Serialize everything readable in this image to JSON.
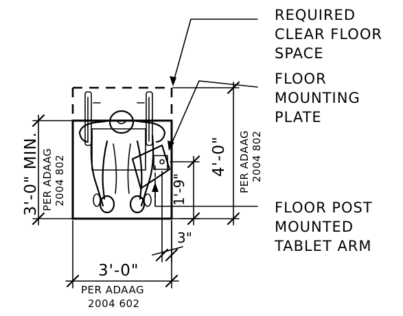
{
  "callouts": {
    "clear_floor_space": [
      "REQUIRED",
      "CLEAR FLOOR",
      "SPACE"
    ],
    "floor_mounting_plate": [
      "FLOOR",
      "MOUNTING",
      "PLATE"
    ],
    "tablet_arm": [
      "FLOOR POST",
      "MOUNTED",
      "TABLET ARM"
    ]
  },
  "dimensions": {
    "left_vertical": "3'-0\" MIN.",
    "left_reference": [
      "PER ADAAG",
      "2004 802"
    ],
    "right_vertical": "4'-0\"",
    "right_reference": [
      "PER ADAAG",
      "2004 802"
    ],
    "inner_vertical": "1'-9\"",
    "offset": "3\"",
    "bottom_width": "3'-0\"",
    "bottom_reference": [
      "PER ADAAG",
      "2004 602"
    ]
  }
}
